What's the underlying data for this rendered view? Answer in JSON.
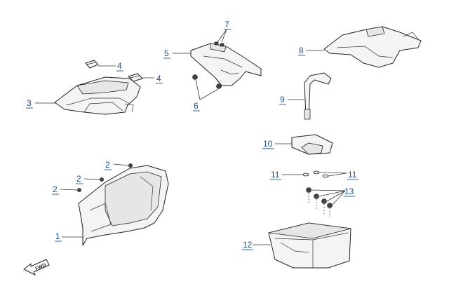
{
  "callouts": {
    "c1": "1",
    "c2a": "2",
    "c2b": "2",
    "c2c": "2",
    "c3": "3",
    "c4a": "4",
    "c4b": "4",
    "c5": "5",
    "c6": "6",
    "c7": "7",
    "c8": "8",
    "c9": "9",
    "c10": "10",
    "c11a": "11",
    "c11b": "11",
    "c12": "12",
    "c13": "13"
  },
  "direction_arrow": {
    "label": "FWD",
    "icon": "forward-arrow-icon"
  },
  "colors": {
    "callout": "#1f4f8f",
    "line": "#222222"
  }
}
